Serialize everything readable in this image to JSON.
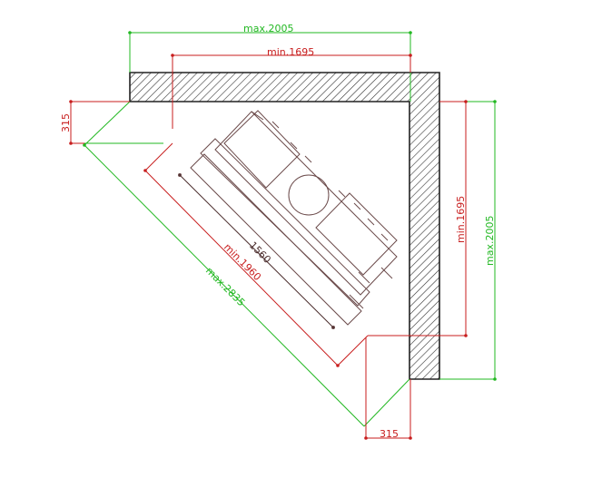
{
  "dimensions": {
    "top_max": "max.2005",
    "top_min": "min.1695",
    "left_offset": "315",
    "right_min": "min.1695",
    "right_max": "max.2005",
    "diag_length": "1560",
    "diag_min": "min.1960",
    "diag_max": "max.2835",
    "bottom_offset": "315"
  },
  "colors": {
    "max_dimension": "#22b822",
    "min_dimension": "#c81e1e",
    "unit_outline": "#6b4a4a",
    "wall": "#333333"
  }
}
